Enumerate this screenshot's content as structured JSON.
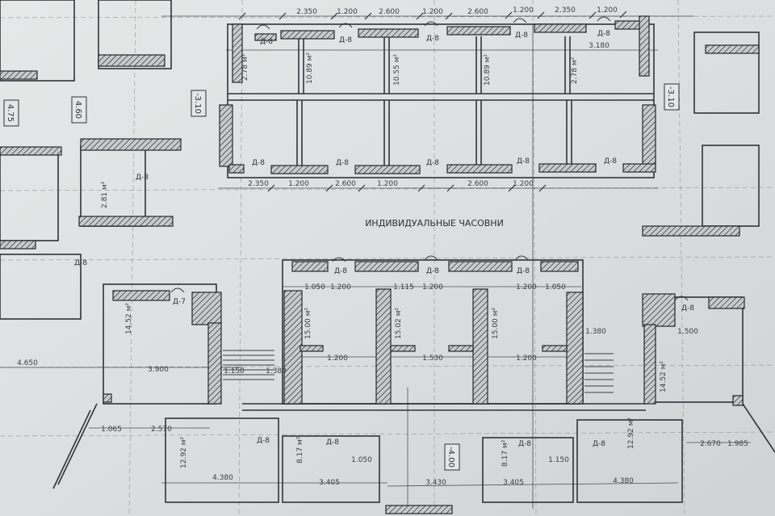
{
  "drawing": {
    "title": "ИНДИВИДУАЛЬНЫЕ ЧАСОВНИ",
    "levels": [
      "-3.10",
      "-3.10",
      "-4.00",
      "4.75",
      "4.60"
    ],
    "door_tags": [
      "Д-8",
      "Д-8",
      "Д-8",
      "Д-8",
      "Д-8",
      "Д-8",
      "Д-8",
      "Д-8",
      "Д-8",
      "Д-8",
      "Д-8",
      "Д-8",
      "Д-8",
      "Д-8",
      "Д-8",
      "Д-7",
      "Д-8",
      "Д-8",
      "Д-8",
      "Д-8",
      "Д-8"
    ],
    "dimensions": [
      "2.350",
      "1.200",
      "2.600",
      "1.200",
      "2.600",
      "1.200",
      "2.350",
      "1.200",
      "3.180",
      "2.350",
      "1.200",
      "2.600",
      "1.200",
      "2.600",
      "1.200",
      "1.050",
      "1.200",
      "1.115",
      "1.200",
      "1.200",
      "1.050",
      "1.200",
      "1.530",
      "1.200",
      "1.380",
      "1.500",
      "3.900",
      "1.150",
      "1.380",
      "4.650",
      "1.065",
      "2.570",
      "4.380",
      "3.405",
      "1.050",
      "3.430",
      "3.405",
      "1.150",
      "4.380",
      "2.670",
      "1.985"
    ],
    "areas": [
      "2.78 м²",
      "10.89 м²",
      "10.55 м²",
      "10.89 м²",
      "2.78 м²",
      "15.00 м²",
      "15.02 м²",
      "15.00 м²",
      "14.52 м²",
      "14.52 м²",
      "12.92 м²",
      "8.17 м²",
      "8.17 м²",
      "12.92 м²",
      "2.81 м²"
    ]
  }
}
